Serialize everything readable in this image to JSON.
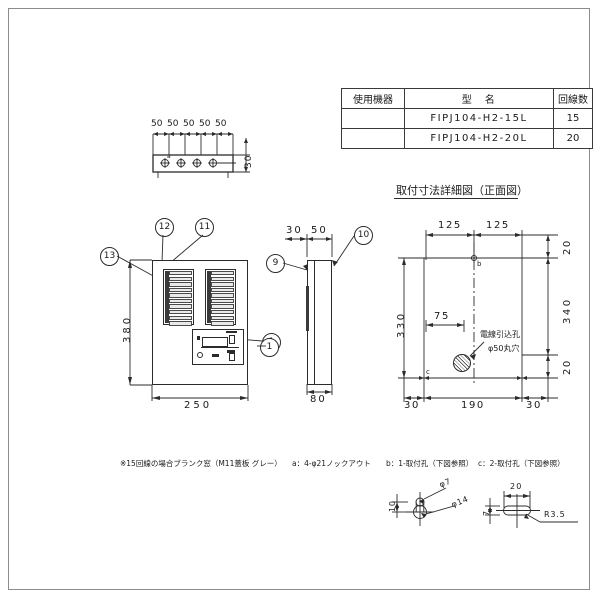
{
  "document": {
    "type": "technical-drawing",
    "title_mounting_detail": "取付寸法詳細図（正面図）"
  },
  "spec_table": {
    "headers": [
      "使用機器",
      "型　名",
      "回線数"
    ],
    "rows": [
      {
        "device": "",
        "model": "FIPJ104-H2-15L",
        "circuits": "15"
      },
      {
        "device": "",
        "model": "FIPJ104-H2-20L",
        "circuits": "20"
      }
    ]
  },
  "top_view": {
    "pitch_dims": [
      "50",
      "50",
      "50",
      "50",
      "50"
    ],
    "height_dim": "30",
    "knockout_label": "a",
    "knockout_count": 4
  },
  "front_view": {
    "height_dim": "380",
    "width_dim": "250",
    "balloons": [
      "12",
      "11",
      "13",
      "1"
    ],
    "blank_marker": "※",
    "breaker_rows_per_column": 10,
    "breaker_columns": 2
  },
  "side_view": {
    "top_dims": [
      "30",
      "50"
    ],
    "depth_dim": "80",
    "balloons": [
      "9",
      "10",
      "1"
    ]
  },
  "mounting_detail": {
    "title": "取付寸法詳細図（正面図）",
    "top_dims": [
      "125",
      "125"
    ],
    "right_dims": [
      "20",
      "340",
      "20"
    ],
    "left_dim": "330",
    "inner_dim": "75",
    "bottom_dims": [
      "30",
      "190",
      "30"
    ],
    "lead_hole_label": "電線引込孔",
    "lead_hole_spec": "φ50丸穴",
    "hole_marks": [
      "b",
      "c"
    ]
  },
  "notes": {
    "blank_window": "※15回線の場合ブランク窓（M11蓋板 グレー）",
    "note_a": "a：4-φ21ノックアウト",
    "note_b": "b：1-取付孔（下図参照）",
    "note_c": "c：2-取付孔（下図参照）"
  },
  "detail_b": {
    "dims": [
      "10",
      "φ7",
      "φ14"
    ]
  },
  "detail_c": {
    "dims": [
      "7",
      "20",
      "R3.5"
    ]
  },
  "colors": {
    "line": "#2b2b2b",
    "frame": "#8c8c8c",
    "background": "#ffffff",
    "rail": "#3a3a3a"
  }
}
